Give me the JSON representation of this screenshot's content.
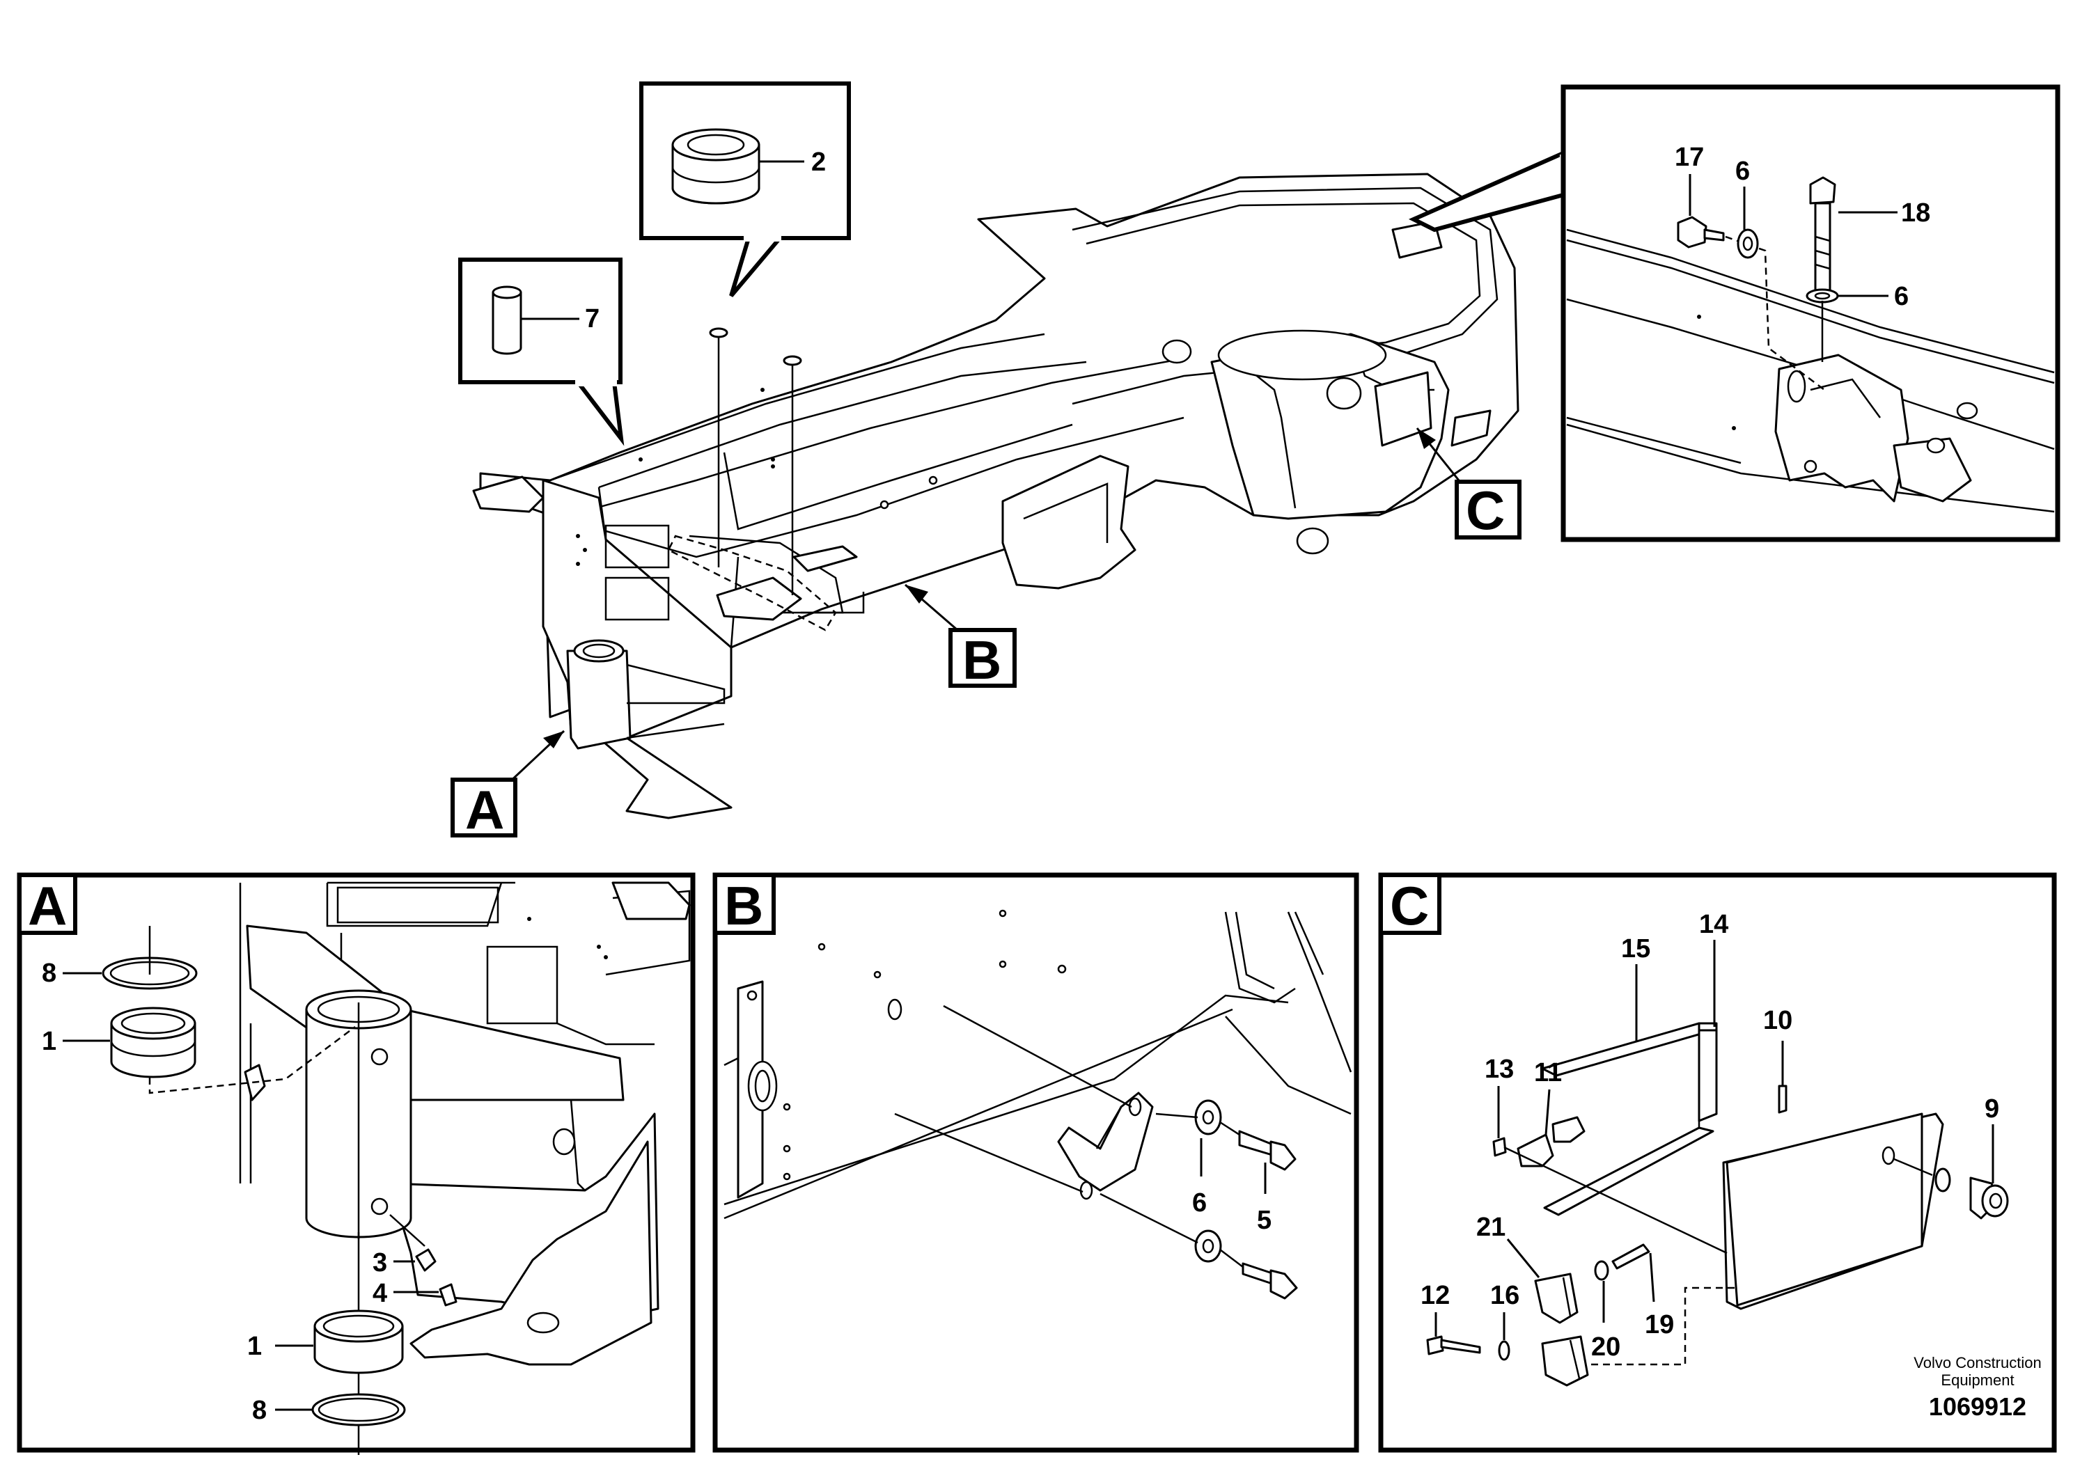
{
  "callouts": {
    "main": {
      "c2": "2",
      "c7": "7"
    },
    "main_c": {
      "c17": "17",
      "c6a": "6",
      "c18": "18",
      "c6b": "6"
    },
    "detail_a": {
      "c8a": "8",
      "c1a": "1",
      "c3": "3",
      "c4": "4",
      "c1b": "1",
      "c8b": "8"
    },
    "detail_b": {
      "c6": "6",
      "c5": "5"
    },
    "detail_c": {
      "c15": "15",
      "c14": "14",
      "c10": "10",
      "c13": "13",
      "c11": "11",
      "c9": "9",
      "c21": "21",
      "c12": "12",
      "c16": "16",
      "c20": "20",
      "c19": "19"
    }
  },
  "view_labels": {
    "a": "A",
    "b": "B",
    "c": "C"
  },
  "panel_labels": {
    "a": "A",
    "b": "B",
    "c": "C"
  },
  "footer": {
    "brand_line1": "Volvo Construction",
    "brand_line2": "Equipment",
    "doc_number": "1069912"
  }
}
